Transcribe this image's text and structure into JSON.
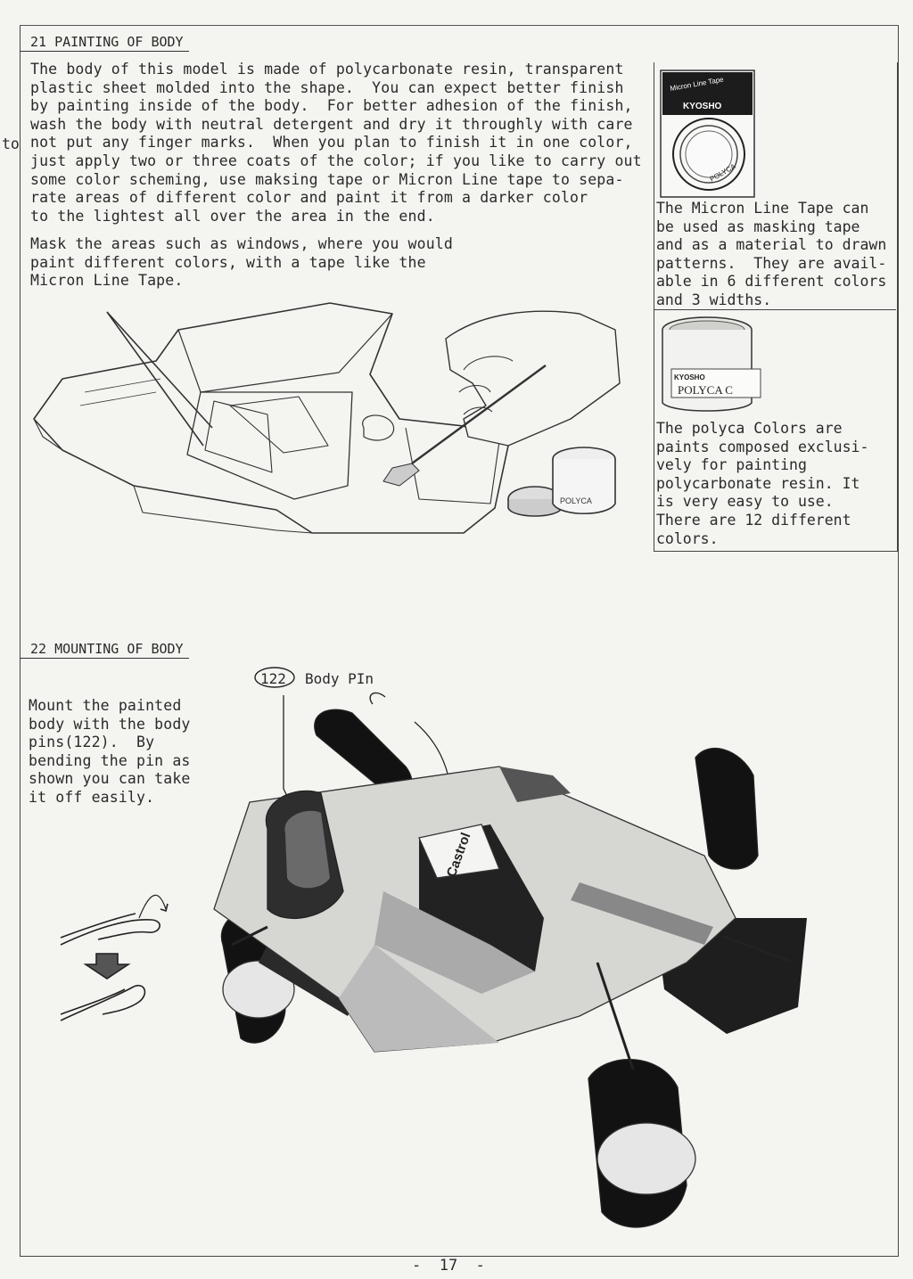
{
  "margin_fragment": "to",
  "section21": {
    "heading": "21 PAINTING OF BODY",
    "paragraph1": "The body of this model is made of polycarbonate resin, transparent\nplastic sheet molded into the shape.  You can expect better finish\nby painting inside of the body.  For better adhesion of the finish,\nwash the body with neutral detergent and dry it throughly with care\nnot put any finger marks.  When you plan to finish it in one color,\njust apply two or three coats of the color; if you like to carry out\nsome color scheming, use maksing tape or Micron Line tape to sepa-\nrate areas of different color and paint it from a darker color\nto the lightest all over the area in the end.",
    "paragraph2": "Mask the areas such as windows, where you would\npaint different colors, with a tape like the\nMicron Line Tape.",
    "illustration": {
      "jar_label": "POLYCA"
    }
  },
  "sidebar": {
    "tape_box": {
      "label_top": "Micron Line Tape",
      "brand": "KYOSHO",
      "roll_label": "POLYCA"
    },
    "tape_caption": "The Micron Line Tape can\nbe used as masking tape\nand as a material to drawn\npatterns.  They are avail-\nable in 6 different colors\nand 3 widths.",
    "paint_jar": {
      "brand": "KYOSHO",
      "label": "POLYCA C"
    },
    "paint_caption": "The polyca Colors are\npaints composed exclusi-\nvely for painting\npolycarbonate resin. It\nis very easy to use.\nThere are 12 different\ncolors."
  },
  "section22": {
    "heading": "22 MOUNTING OF BODY",
    "part_number": "122",
    "part_label": "Body PIn",
    "paragraph": "Mount the painted\nbody with the body\npins(122).  By\nbending the pin as\nshown you can take\nit off easily.",
    "car_decal": "Castrol"
  },
  "page_number": "-  17  -"
}
